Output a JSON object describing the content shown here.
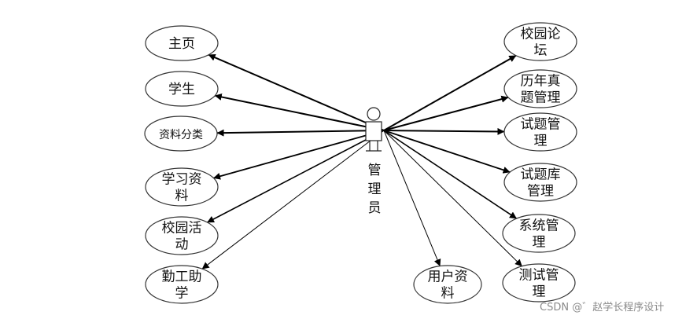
{
  "actor": {
    "label_lines": [
      "管",
      "理",
      "员"
    ]
  },
  "use_cases": [
    {
      "id": "home",
      "lines": [
        "主页"
      ]
    },
    {
      "id": "student",
      "lines": [
        "学生"
      ]
    },
    {
      "id": "category",
      "lines": [
        "资料分类"
      ]
    },
    {
      "id": "materials",
      "lines": [
        "学习资",
        "料"
      ]
    },
    {
      "id": "activities",
      "lines": [
        "校园活",
        "动"
      ]
    },
    {
      "id": "workstudy",
      "lines": [
        "勤工助",
        "学"
      ]
    },
    {
      "id": "forum",
      "lines": [
        "校园论",
        "坛"
      ]
    },
    {
      "id": "pastpapers",
      "lines": [
        "历年真",
        "题管理"
      ]
    },
    {
      "id": "questions",
      "lines": [
        "试题管",
        "理"
      ]
    },
    {
      "id": "qbank",
      "lines": [
        "试题库",
        "管理"
      ]
    },
    {
      "id": "system",
      "lines": [
        "系统管",
        "理"
      ]
    },
    {
      "id": "tests",
      "lines": [
        "测试管",
        "理"
      ]
    },
    {
      "id": "userinfo",
      "lines": [
        "用户资",
        "料"
      ]
    }
  ],
  "watermark": "CSDN @゛赵学长程序设计"
}
